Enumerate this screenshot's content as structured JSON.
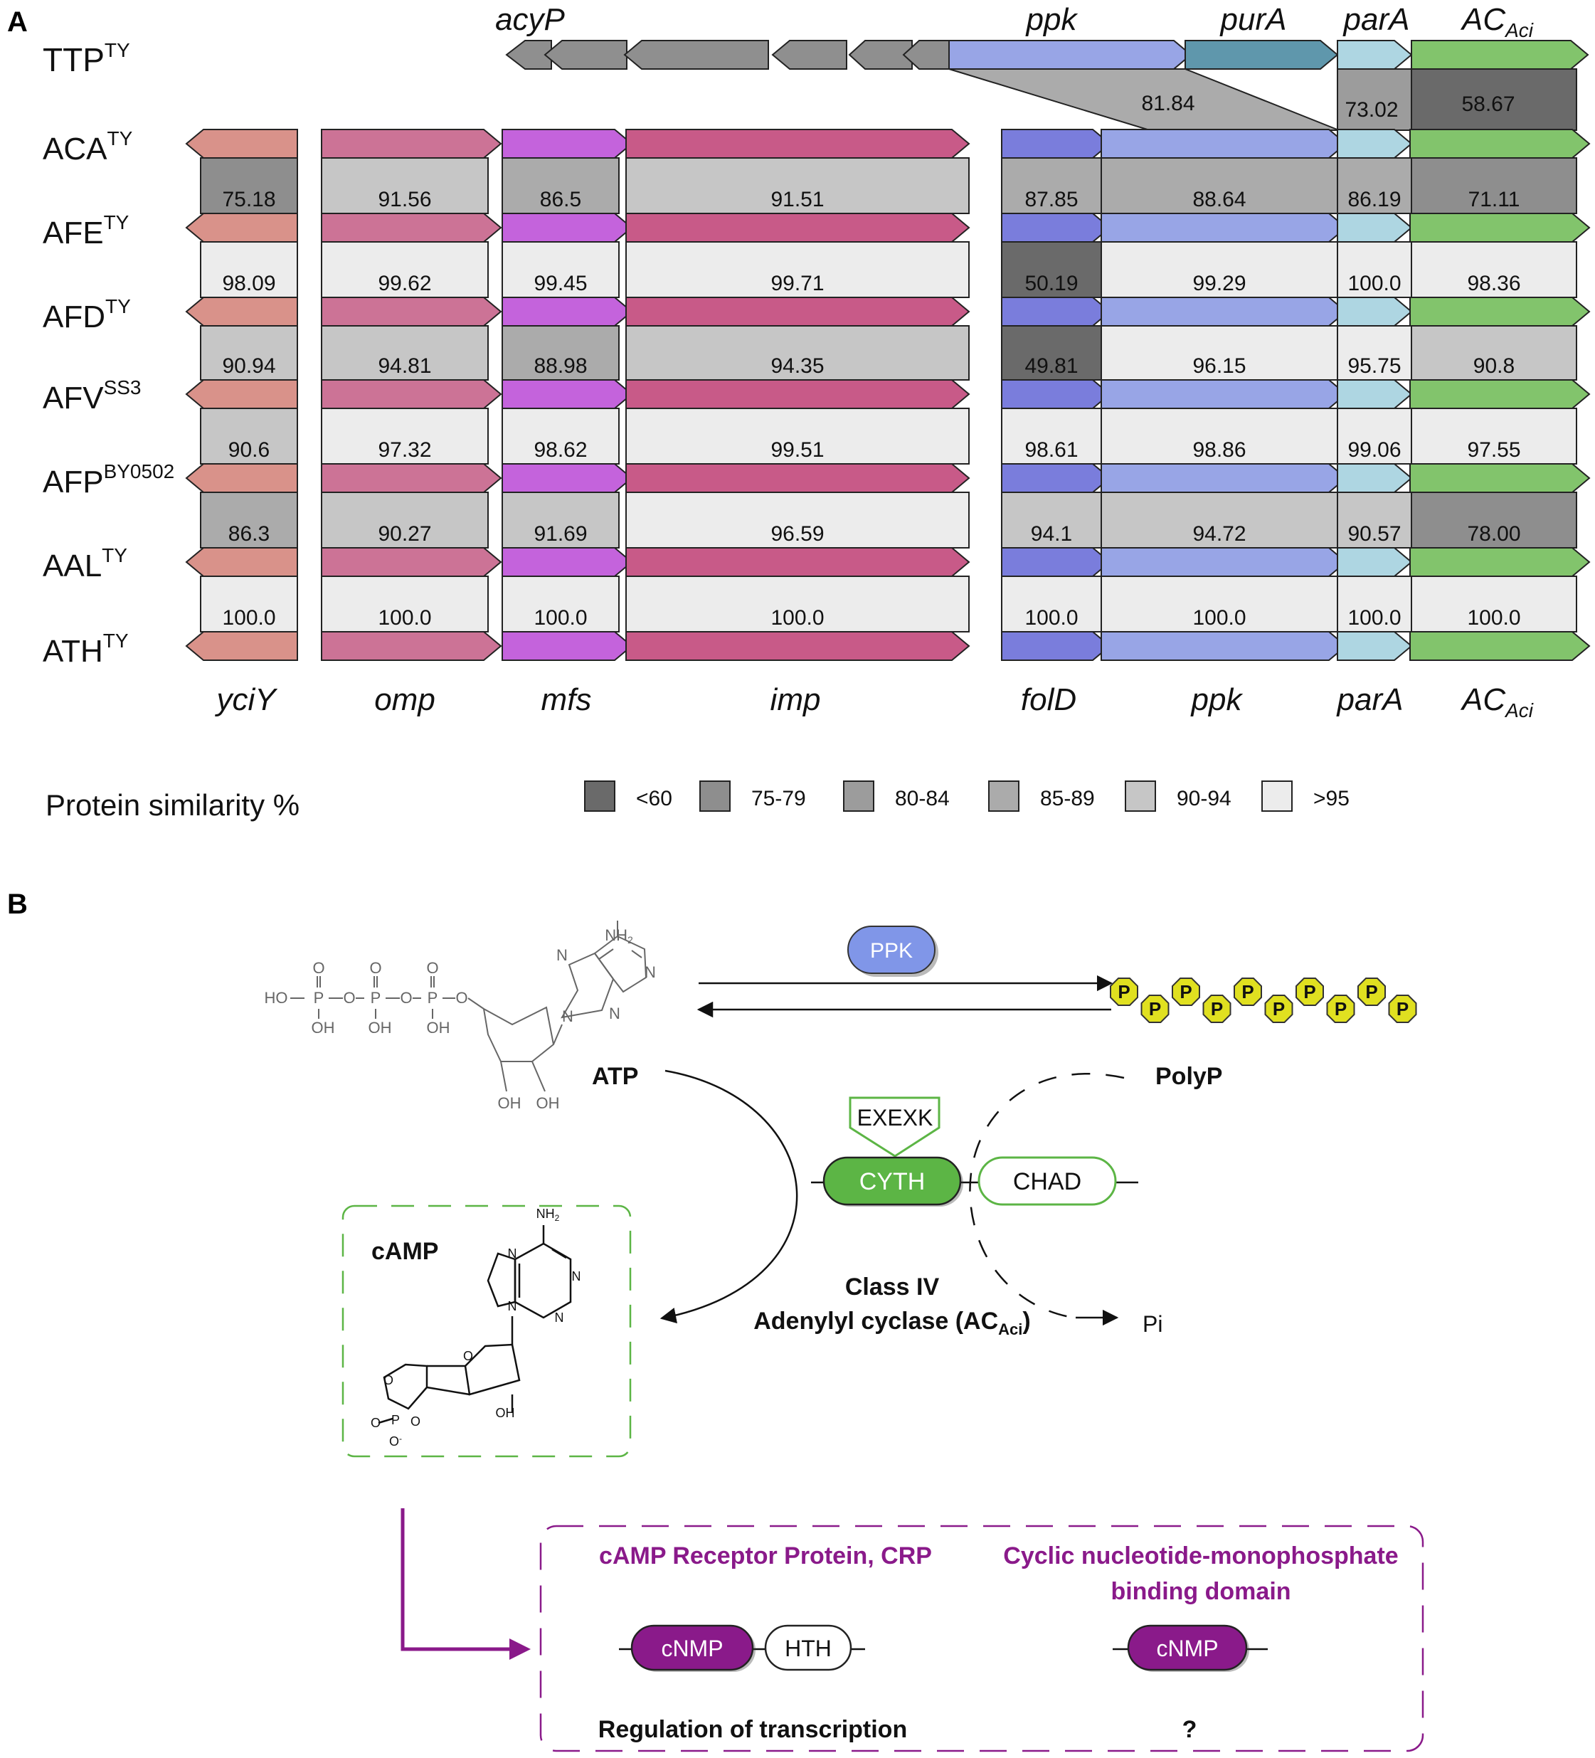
{
  "panel_a": {
    "panel_letter": "A",
    "top_genome": {
      "base": "TTP",
      "sup": "TY"
    },
    "top_gene_labels": [
      {
        "text": "acyP",
        "sub": ""
      },
      {
        "text": "ppk",
        "sub": ""
      },
      {
        "text": "purA",
        "sub": ""
      },
      {
        "text": "parA",
        "sub": ""
      },
      {
        "text": "AC",
        "sub": "Aci"
      }
    ],
    "top_links": [
      "81.84",
      "73.02",
      "58.67"
    ],
    "genomes": [
      {
        "base": "ACA",
        "sup": "TY"
      },
      {
        "base": "AFE",
        "sup": "TY"
      },
      {
        "base": "AFD",
        "sup": "TY"
      },
      {
        "base": "AFV",
        "sup": "SS3"
      },
      {
        "base": "AFP",
        "sup": "BY0502"
      },
      {
        "base": "AAL",
        "sup": "TY"
      },
      {
        "base": "ATH",
        "sup": "TY"
      }
    ],
    "similarity_rows": [
      [
        "75.18",
        "91.56",
        "86.5",
        "91.51",
        "87.85",
        "88.64",
        "86.19",
        "71.11"
      ],
      [
        "98.09",
        "99.62",
        "99.45",
        "99.71",
        "50.19",
        "99.29",
        "100.0",
        "98.36"
      ],
      [
        "90.94",
        "94.81",
        "88.98",
        "94.35",
        "49.81",
        "96.15",
        "95.75",
        "90.8"
      ],
      [
        "90.6",
        "97.32",
        "98.62",
        "99.51",
        "98.61",
        "98.86",
        "99.06",
        "97.55"
      ],
      [
        "86.3",
        "90.27",
        "91.69",
        "96.59",
        "94.1",
        "94.72",
        "90.57",
        "78.00"
      ],
      [
        "100.0",
        "100.0",
        "100.0",
        "100.0",
        "100.0",
        "100.0",
        "100.0",
        "100.0"
      ]
    ],
    "bottom_gene_labels": [
      {
        "text": "yciY",
        "sub": ""
      },
      {
        "text": "omp",
        "sub": ""
      },
      {
        "text": "mfs",
        "sub": ""
      },
      {
        "text": "imp",
        "sub": ""
      },
      {
        "text": "folD",
        "sub": ""
      },
      {
        "text": "ppk",
        "sub": ""
      },
      {
        "text": "parA",
        "sub": ""
      },
      {
        "text": "AC",
        "sub": "Aci"
      }
    ],
    "gene_colors": [
      "#d9928a",
      "#cc7396",
      "#c463dc",
      "#c85a88",
      "#7a7ddc",
      "#98a5e6",
      "#aed6e2",
      "#82c46c"
    ],
    "top_row_colors": {
      "acyP_block": "#8f8f8f",
      "ppk": "#98a5e6",
      "purA": "#5f97ac",
      "parA": "#aed6e2",
      "ac": "#82c46c"
    },
    "legend": {
      "title": "Protein similarity %",
      "items": [
        {
          "label": "<60",
          "color": "#6a6a6a"
        },
        {
          "label": "75-79",
          "color": "#8e8e8e"
        },
        {
          "label": "80-84",
          "color": "#9c9c9c"
        },
        {
          "label": "85-89",
          "color": "#ababab"
        },
        {
          "label": "90-94",
          "color": "#c6c6c6"
        },
        {
          "label": ">95",
          "color": "#ececec"
        }
      ]
    }
  },
  "panel_b": {
    "panel_letter": "B",
    "ppk_label": "PPK",
    "polyp_unit": "P",
    "polyp_label": "PolyP",
    "atp_label": "ATP",
    "atp_atoms": {
      "ho": "HO",
      "p": "P",
      "o": "O",
      "oh": "OH",
      "nh2": "NH",
      "nh2_sub": "2",
      "n": "N"
    },
    "exexk_label": "EXEXK",
    "cyth_label": "CYTH",
    "chad_label": "CHAD",
    "class_line1": "Class IV",
    "class_line2_main": "Adenylyl cyclase (AC",
    "class_line2_sub": "Aci",
    "class_line2_end": ")",
    "pi_label": "Pi",
    "camp_label": "cAMP",
    "camp_atoms": {
      "nh2": "NH",
      "nh2_sub": "2",
      "n": "N",
      "o": "O",
      "p": "P",
      "oh": "OH",
      "om": "O",
      "om_sup": "-"
    },
    "crp_title": "cAMP Receptor Protein, CRP",
    "cnmp_domain_title_1": "Cyclic nucleotide-monophosphate",
    "cnmp_domain_title_2": "binding domain",
    "cnmp_label": "cNMP",
    "hth_label": "HTH",
    "regulation_label": "Regulation of transcription",
    "unknown_label": "?",
    "colors": {
      "ppk": "#8096e8",
      "polyp": "#e0e020",
      "cyth": "#5cb545",
      "purple": "#8a1a8a",
      "dash_green": "#5cb545"
    }
  }
}
